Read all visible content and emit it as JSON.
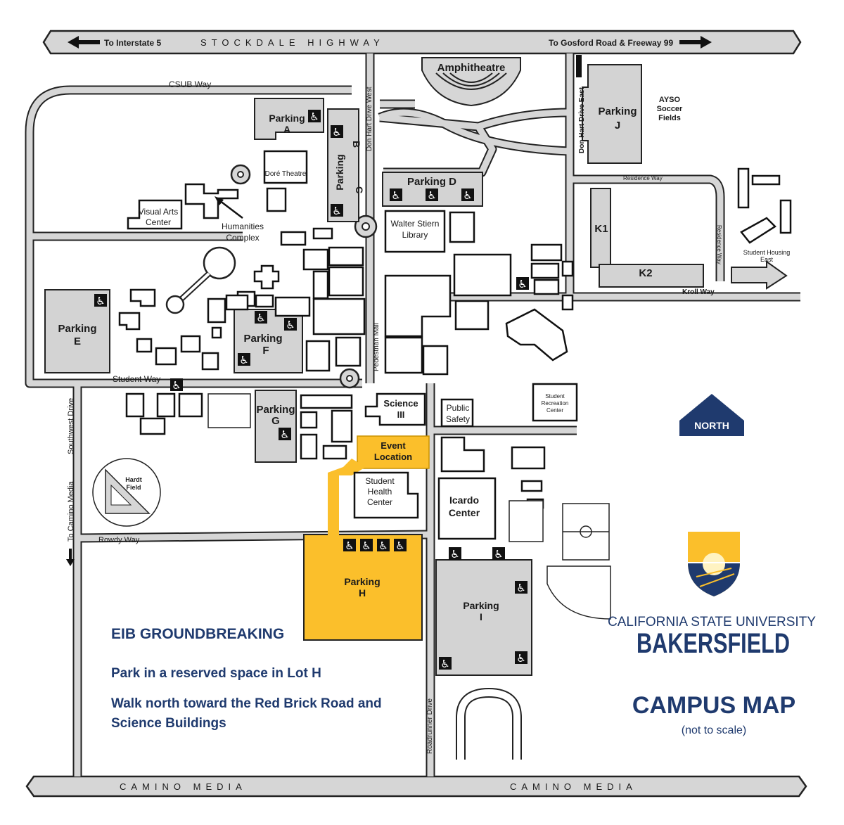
{
  "highway": {
    "name": "STOCKDALE HIGHWAY",
    "west_label": "To Interstate 5",
    "east_label": "To Gosford Road & Freeway 99"
  },
  "bottom_road": {
    "left": "CAMINO MEDIA",
    "right": "CAMINO MEDIA"
  },
  "roads": {
    "csub_way": "CSUB Way",
    "don_hart_west": "Don Hart Drive West",
    "don_hart_east": "Don Hart Drive East",
    "residence_way": "Residence Way",
    "residence_way_v": "Residence Way",
    "kroll_way": "Kroll Way",
    "student_way": "Student Way",
    "southwest_drive": "Southwest Drive",
    "to_camino_media": "To Camino Media",
    "rowdy_way": "Rowdy Way",
    "roadrunner_drive": "Roadrunner Drive",
    "pedestrian_mall": "Pedestrian Mall"
  },
  "places": {
    "amphitheatre": "Amphitheatre",
    "ayso_1": "AYSO",
    "ayso_2": "Soccer",
    "ayso_3": "Fields",
    "dore_theatre": "Doré Theatre",
    "visual_arts_1": "Visual Arts",
    "visual_arts_2": "Center",
    "humanities_1": "Humanities",
    "humanities_2": "Complex",
    "library_1": "Walter Stiern",
    "library_2": "Library",
    "k1": "K1",
    "k2": "K2",
    "housing_1": "Student Housing",
    "housing_2": "East",
    "science_1": "Science",
    "science_2": "III",
    "safety_1": "Public",
    "safety_2": "Safety",
    "rec_1": "Student",
    "rec_2": "Recreation",
    "rec_3": "Center",
    "health_1": "Student",
    "health_2": "Health",
    "health_3": "Center",
    "icardo_1": "Icardo",
    "icardo_2": "Center",
    "hardt_1": "Hardt",
    "hardt_2": "Field",
    "event_1": "Event",
    "event_2": "Location"
  },
  "lots": {
    "a1": "Parking",
    "a2": "A",
    "b1": "Parking",
    "b2": "B",
    "c1": "Parking",
    "c2": "C",
    "d": "Parking D",
    "e1": "Parking",
    "e2": "E",
    "f1": "Parking",
    "f2": "F",
    "g1": "Parking",
    "g2": "G",
    "h1": "Parking",
    "h2": "H",
    "i1": "Parking",
    "i2": "I",
    "j1": "Parking",
    "j2": "J"
  },
  "compass": "NORTH",
  "university": {
    "line1": "CALIFORNIA STATE UNIVERSITY",
    "line2": "BAKERSFIELD"
  },
  "campus_map": {
    "title": "CAMPUS MAP",
    "note": "(not to scale)"
  },
  "event_info": {
    "title": "EIB GROUNDBREAKING",
    "line1": "Park in a reserved space in Lot H",
    "line2a": "Walk north toward the Red Brick Road and",
    "line2b": "Science Buildings"
  },
  "accessible_symbol": "♿",
  "colors": {
    "highlight": "#fbbf2b",
    "navy": "#1f3a6e",
    "lot_gray": "#d3d3d3",
    "road_fill": "#d6d6d6"
  }
}
